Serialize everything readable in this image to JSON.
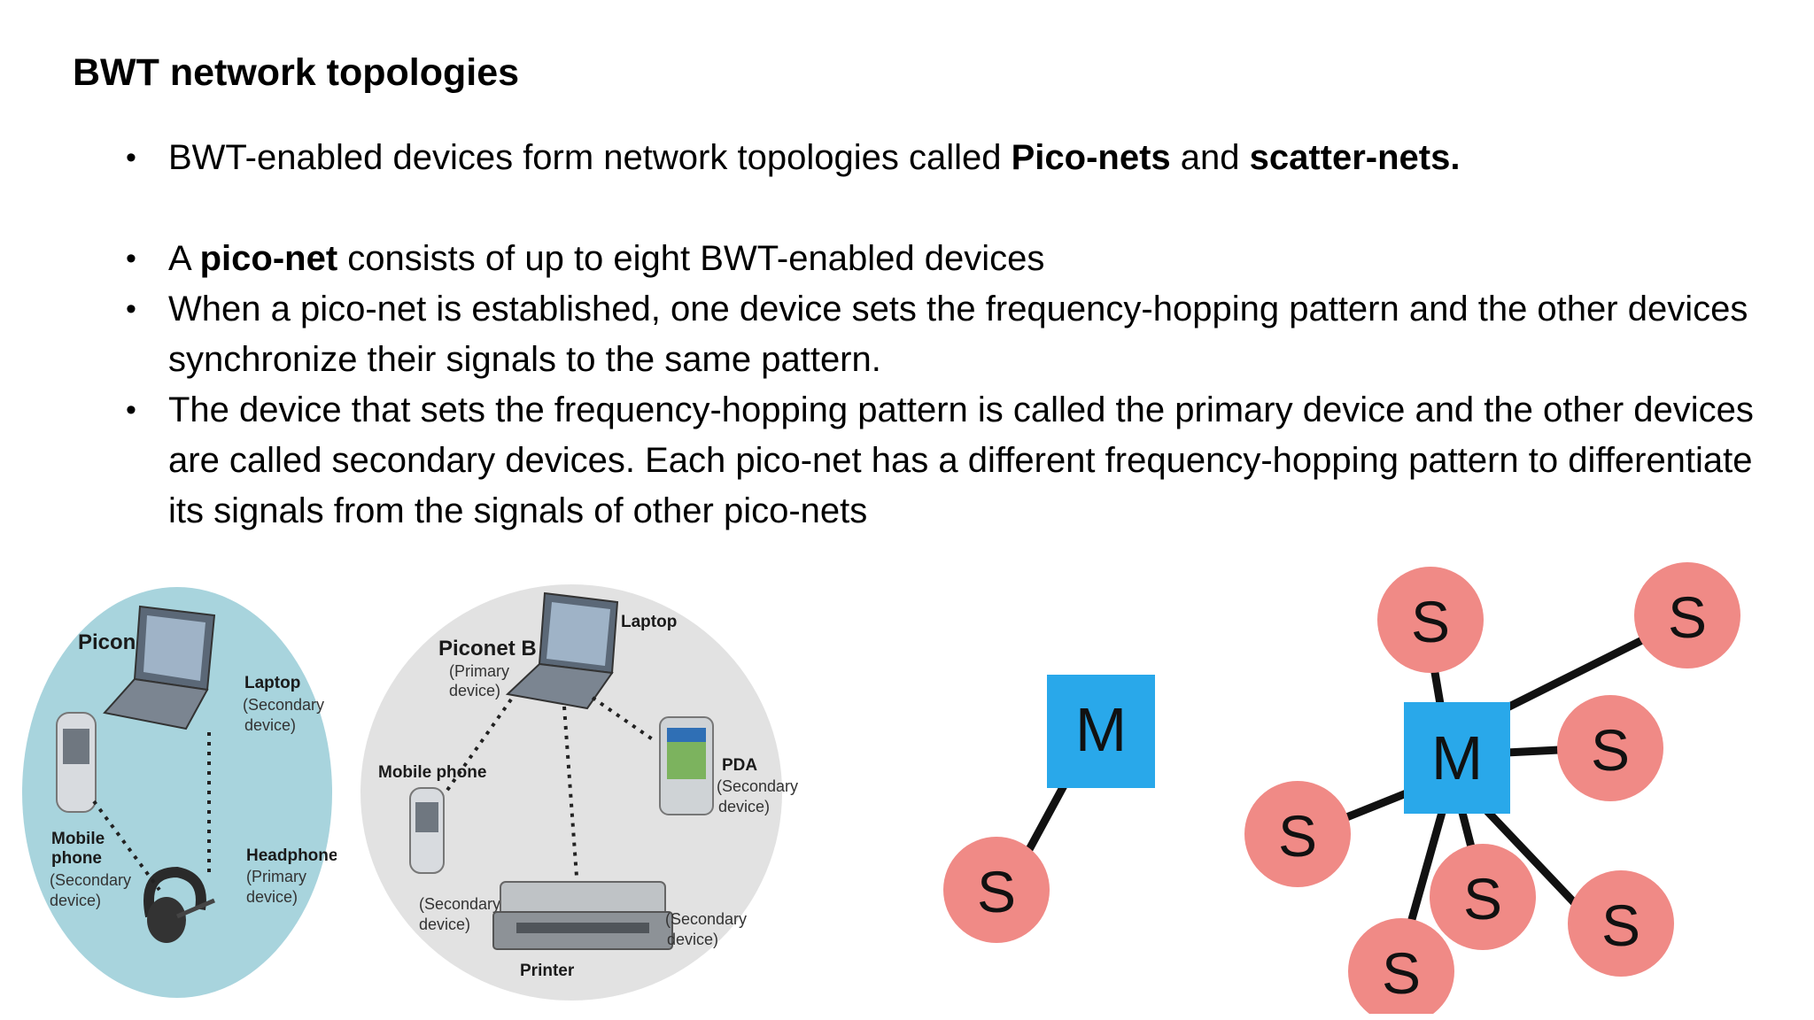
{
  "slide": {
    "title": "BWT network topologies",
    "bullets": [
      {
        "pre": "BWT-enabled devices form network topologies called ",
        "b1": "Pico-nets",
        "mid": " and ",
        "b2": "scatter-nets."
      },
      {
        "pre": "A ",
        "b1": "pico-net",
        "post": " consists of up to eight BWT-enabled devices"
      },
      {
        "text": "When a pico-net is established, one device sets the frequency-hopping pattern and the other devices synchronize their signals to the same pattern."
      },
      {
        "text": "The device that sets the frequency-hopping pattern is called the primary device and the other devices are called secondary devices. Each pico-net has a different frequency-hopping pattern to differentiate its signals from the signals of other pico-nets"
      }
    ]
  },
  "piconet_a": {
    "title": "Piconet A",
    "laptop": "Laptop",
    "laptop_role": [
      "(Secondary",
      "device)"
    ],
    "mobile": [
      "Mobile",
      "phone"
    ],
    "mobile_role": [
      "(Secondary",
      "device)"
    ],
    "headphone": "Headphone",
    "headphone_role": [
      "(Primary",
      "device)"
    ]
  },
  "piconet_b": {
    "title": "Piconet B",
    "title_role": [
      "(Primary",
      "device)"
    ],
    "laptop": "Laptop",
    "mobile": "Mobile phone",
    "mobile_role": [
      "(Secondary",
      "device)"
    ],
    "pda": "PDA",
    "pda_role": [
      "(Secondary",
      "device)"
    ],
    "printer": "Printer",
    "printer_role": [
      "(Secondary",
      "device)"
    ]
  },
  "topology": {
    "master": "M",
    "slave": "S"
  },
  "colors": {
    "bg_a": "#a8d4dd",
    "bg_b": "#e2e2e2",
    "master": "#29a8ea",
    "slave": "#f08a86"
  }
}
